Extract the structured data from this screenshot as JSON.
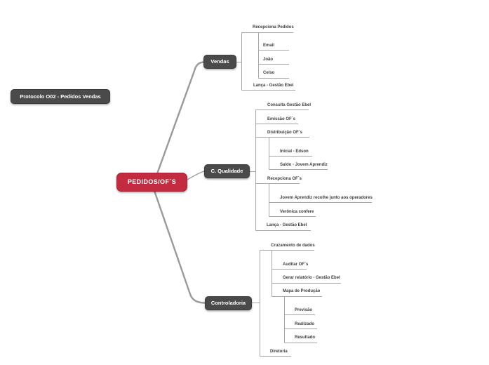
{
  "colors": {
    "root_bg": "#c32b40",
    "node_bg": "#4a4a4a",
    "line": "#a6a6a6",
    "branch_line": "#9a9a9a",
    "leaf_text": "#3d3d3d"
  },
  "title_node": {
    "label": "Protocolo O02 - Pedidos Vendas"
  },
  "root_node": {
    "label": "PEDIDOS/OF´S"
  },
  "branches": {
    "vendas": {
      "label": "Vendas",
      "items": {
        "recepciona_pedidos": "Recepciona Pedidos",
        "email": "Email",
        "joao": "João",
        "celso": "Celso",
        "lanca": "Lança - Gestão Ebel"
      }
    },
    "qualidade": {
      "label": "C. Qualidade",
      "items": {
        "consulta": "Consulta Gestão Ebel",
        "emissao": "Emissão OF´s",
        "distribuicao": "Distribuição OF´s",
        "inicial": "Inicial - Edson",
        "saldo": "Saldo - Jovem Aprendiz",
        "recepciona": "Recepciona OF´s",
        "jovem": "Jovem Aprendiz recolhe junto aos operadores",
        "veronica": "Verônica confere",
        "lanca": "Lança - Gestão Ebel"
      }
    },
    "controladoria": {
      "label": "Controladoria",
      "items": {
        "cruzamento": "Cruzamento de dados",
        "auditar": "Auditar OF´s",
        "gerar": "Gerar relatório - Gestão Ebel",
        "mapa": "Mapa de Produção",
        "previsao": "Previsão",
        "realizado": "Realizado",
        "resultado": "Resultado",
        "diretoria": "Diretoria"
      }
    }
  }
}
